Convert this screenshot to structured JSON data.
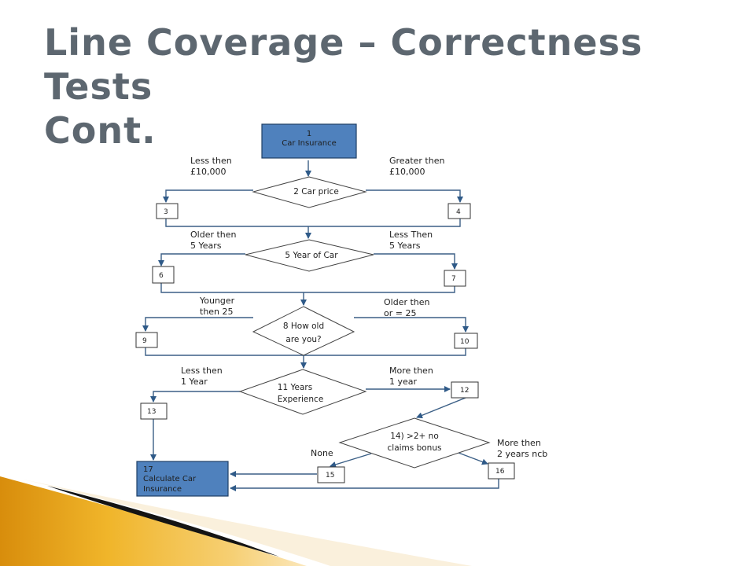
{
  "slide": {
    "title_line1": "Line Coverage – Correctness Tests",
    "title_line2": "Cont."
  },
  "nodes": {
    "n1": {
      "num": "1",
      "label": "Car Insurance"
    },
    "n2": {
      "label": "2 Car price"
    },
    "n3": {
      "label": "3"
    },
    "n4": {
      "label": "4"
    },
    "n5": {
      "label": "5 Year of Car"
    },
    "n6": {
      "label": "6"
    },
    "n7": {
      "label": "7"
    },
    "n8": {
      "line1": "8 How old",
      "line2": "are you?"
    },
    "n9": {
      "label": "9"
    },
    "n10": {
      "label": "10"
    },
    "n11": {
      "line1": "11 Years",
      "line2": "Experience"
    },
    "n12": {
      "label": "12"
    },
    "n13": {
      "label": "13"
    },
    "n14": {
      "line1": "14) >2+ no",
      "line2": "claims bonus"
    },
    "n15": {
      "label": "15"
    },
    "n16": {
      "label": "16"
    },
    "n17": {
      "line1": "17",
      "line2": "Calculate Car",
      "line3": "Insurance"
    }
  },
  "edges": {
    "e2_left": {
      "line1": "Less then",
      "line2": "£10,000"
    },
    "e2_right": {
      "line1": "Greater then",
      "line2": "£10,000"
    },
    "e5_left": {
      "line1": "Older then",
      "line2": "5 Years"
    },
    "e5_right": {
      "line1": "Less Then",
      "line2": "5 Years"
    },
    "e8_left": {
      "line1": "Younger",
      "line2": "then 25"
    },
    "e8_right": {
      "line1": "Older then",
      "line2": "or = 25"
    },
    "e11_left": {
      "line1": "Less then",
      "line2": "1 Year"
    },
    "e11_right": {
      "line1": "More then",
      "line2": "1 year"
    },
    "e14_left": {
      "line1": "None"
    },
    "e14_right": {
      "line1": "More then",
      "line2": "2 years ncb"
    }
  },
  "colors": {
    "title": "#5d6770",
    "process_fill": "#4f81bd",
    "line": "#3b5f86",
    "decor_gold": "#e6a417",
    "decor_dark": "#141414"
  }
}
